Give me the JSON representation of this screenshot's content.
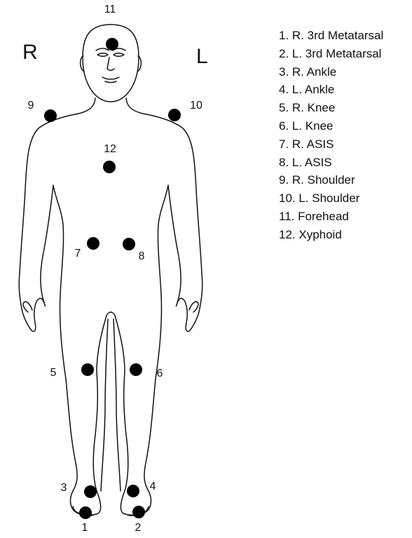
{
  "side_labels": {
    "right": "R",
    "left": "L"
  },
  "markers": [
    {
      "number": "1"
    },
    {
      "number": "2"
    },
    {
      "number": "3"
    },
    {
      "number": "4"
    },
    {
      "number": "5"
    },
    {
      "number": "6"
    },
    {
      "number": "7"
    },
    {
      "number": "8"
    },
    {
      "number": "9"
    },
    {
      "number": "10"
    },
    {
      "number": "11"
    },
    {
      "number": "12"
    }
  ],
  "legend": [
    "1. R. 3rd Metatarsal",
    "2. L. 3rd Metatarsal",
    "3. R. Ankle",
    "4. L. Ankle",
    "5. R. Knee",
    "6. L. Knee",
    "7. R. ASIS",
    "8. L. ASIS",
    "9. R. Shoulder",
    "10. L. Shoulder",
    "11. Forehead",
    "12. Xyphoid"
  ],
  "colors": {
    "outline": "#111111",
    "marker": "#000000",
    "background": "#ffffff"
  }
}
